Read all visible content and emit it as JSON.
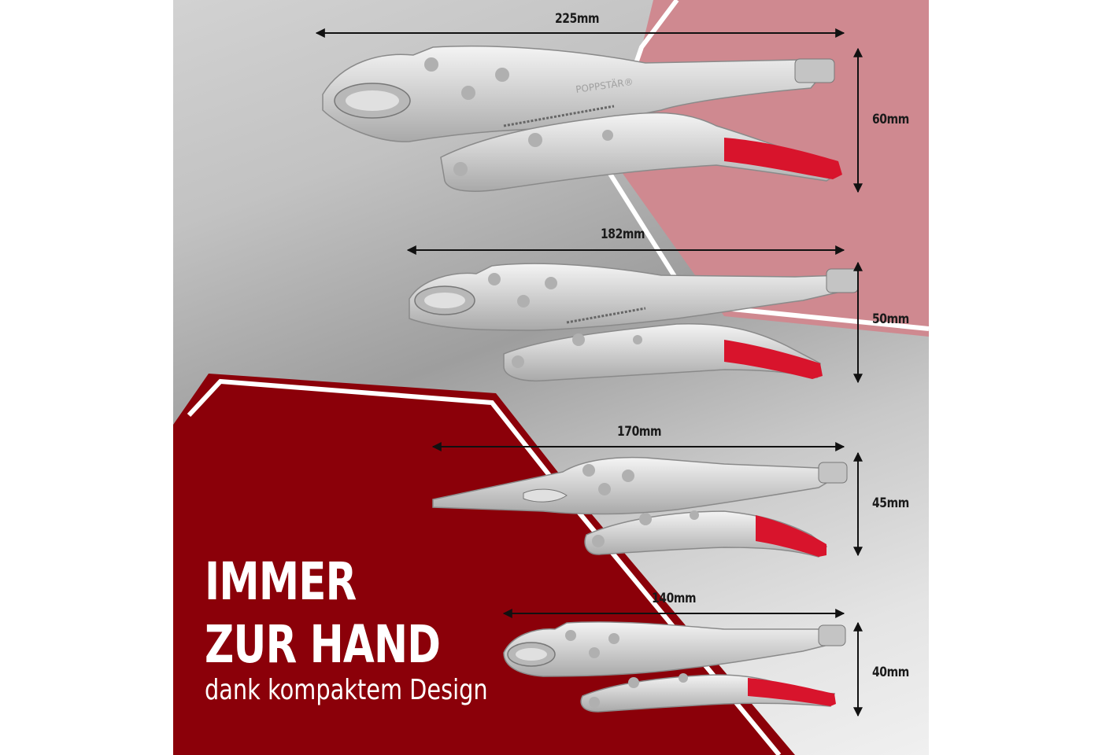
{
  "headline": {
    "line1": "IMMER",
    "line2": "ZUR HAND",
    "sub": "dank kompaktem Design"
  },
  "brand": "POPPSTÄR®",
  "pliers": [
    {
      "length": "225mm",
      "height": "60mm"
    },
    {
      "length": "182mm",
      "height": "50mm"
    },
    {
      "length": "170mm",
      "height": "45mm"
    },
    {
      "length": "140mm",
      "height": "40mm"
    }
  ],
  "colors": {
    "dark_red": "#8b0009",
    "light_red": "#cf8990",
    "grip_red": "#d8142c",
    "silver": "#d9d9d9"
  }
}
